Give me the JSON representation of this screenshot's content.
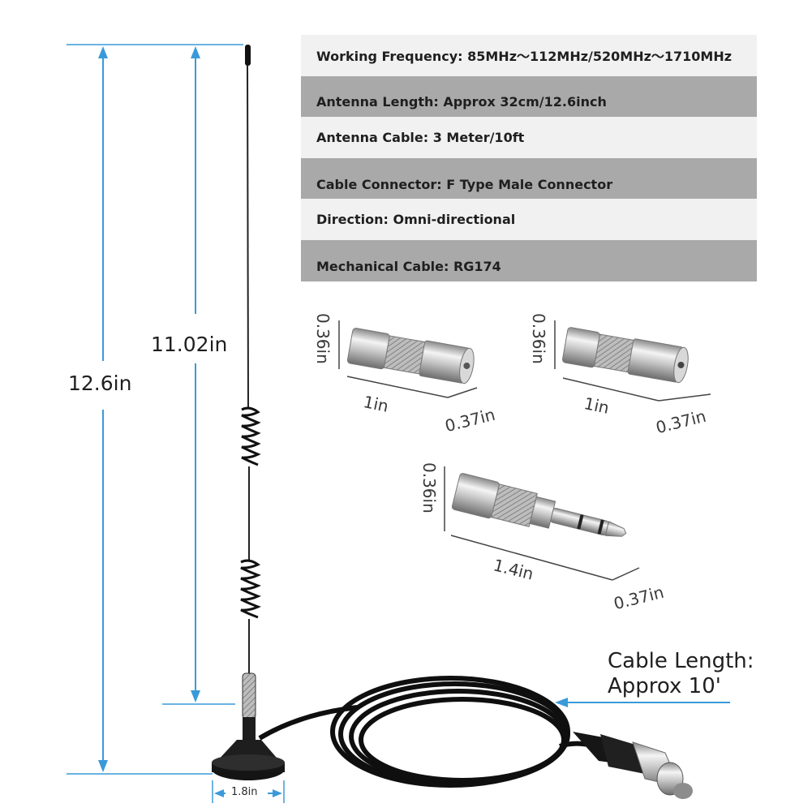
{
  "specs": [
    {
      "text": "Working Frequency: 85MHz〜112MHz/520MHz〜1710MHz",
      "shade": "light"
    },
    {
      "text": "Antenna Length: Approx 32cm/12.6inch",
      "shade": "dark"
    },
    {
      "text": "Antenna Cable: 3 Meter/10ft",
      "shade": "light"
    },
    {
      "text": "Cable Connector: F Type Male Connector",
      "shade": "dark"
    },
    {
      "text": "Direction: Omni-directional",
      "shade": "light"
    },
    {
      "text": "Mechanical Cable: RG174",
      "shade": "dark"
    }
  ],
  "dimensions": {
    "total_height": "12.6in",
    "whip_height": "11.02in",
    "base_width": "1.8in"
  },
  "adapters": [
    {
      "height": "0.36in",
      "length": "1in",
      "diameter": "0.37in"
    },
    {
      "height": "0.36in",
      "length": "1in",
      "diameter": "0.37in"
    },
    {
      "height": "0.36in",
      "length": "1.4in",
      "diameter": "0.37in"
    }
  ],
  "cable": {
    "label_line1": "Cable Length:",
    "label_line2": "Approx 10'"
  },
  "colors": {
    "dimension_line": "#3a9ad9",
    "table_light": "#f1f1f1",
    "table_dark": "#a9a9a9"
  }
}
